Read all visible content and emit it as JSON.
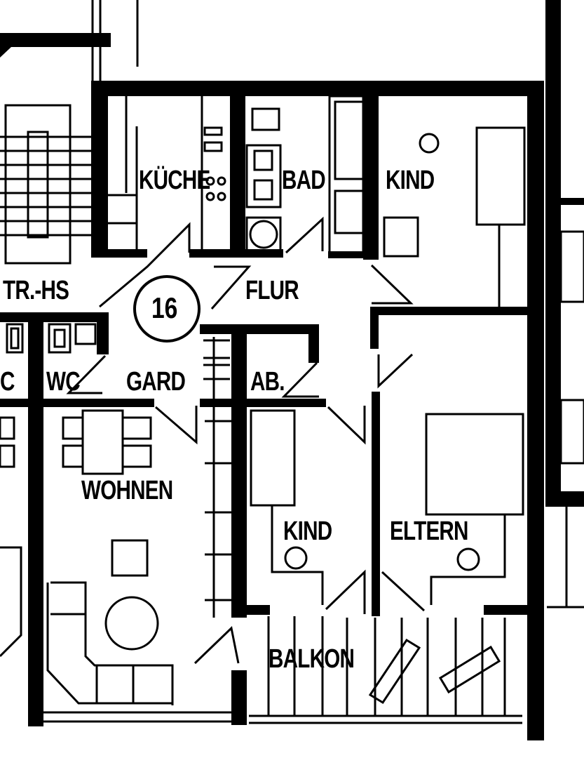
{
  "plan": {
    "unit_number": "16",
    "colors": {
      "ink": "#000000",
      "paper": "#ffffff"
    },
    "rooms": [
      {
        "id": "kueche",
        "label": "KÜCHE"
      },
      {
        "id": "bad",
        "label": "BAD"
      },
      {
        "id": "kind_top",
        "label": "KIND"
      },
      {
        "id": "treppenhaus",
        "label": "TR.-HS"
      },
      {
        "id": "flur",
        "label": "FLUR"
      },
      {
        "id": "wc_partial",
        "label": "C"
      },
      {
        "id": "wc",
        "label": "WC"
      },
      {
        "id": "gard",
        "label": "GARD"
      },
      {
        "id": "ab",
        "label": "AB."
      },
      {
        "id": "wohnen",
        "label": "WOHNEN"
      },
      {
        "id": "kind_bottom",
        "label": "KIND"
      },
      {
        "id": "eltern",
        "label": "ELTERN"
      },
      {
        "id": "balkon",
        "label": "BALKON"
      }
    ]
  }
}
